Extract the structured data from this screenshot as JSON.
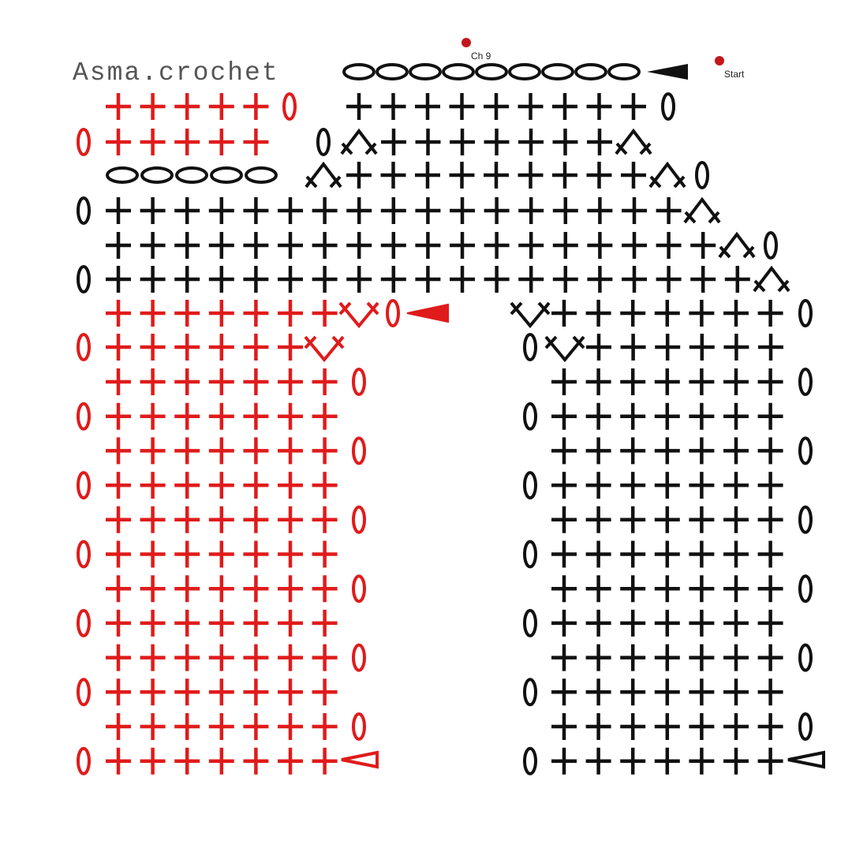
{
  "watermark": "Asma.crochet",
  "labels": {
    "start": "Start",
    "chain9": "Ch 9"
  },
  "colors": {
    "front_panel": "#e01b1b",
    "back_panel": "#111111",
    "marker_dot": "#c4161c"
  },
  "legend_symbols": {
    "single_crochet": "plus",
    "chain": "oval",
    "increase": "v-shape",
    "decrease": "inverted-v",
    "fasten_off": "filled-arrow",
    "join": "open-arrow"
  }
}
